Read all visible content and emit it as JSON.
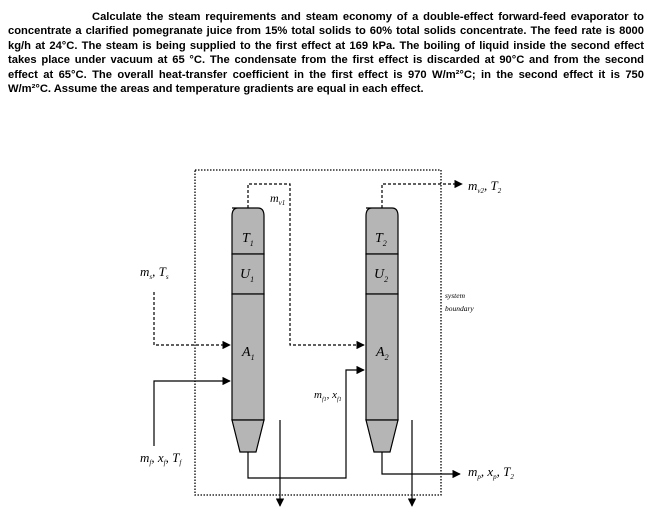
{
  "problem": {
    "text": "Calculate the steam requirements and steam economy of a double-effect forward-feed evaporator to concentrate a clarified pomegranate juice from 15% total solids to 60% total solids concentrate. The feed rate is 8000 kg/h at 24°C. The steam is being supplied to the first effect at 169 kPa. The boiling of liquid inside the second effect takes place under vacuum at 65 °C. The condensate from the first effect is discarded at 90°C and from the second effect at 65°C. The overall heat-transfer coefficient in the first effect is 970 W/m²°C; in the second effect it is 750 W/m²°C. Assume the areas and temperature gradients are equal in each effect."
  },
  "diagram": {
    "effect1": {
      "temp_label": "T",
      "temp_sub": "1",
      "coef_label": "U",
      "coef_sub": "1",
      "area_label": "A",
      "area_sub": "1"
    },
    "effect2": {
      "temp_label": "T",
      "temp_sub": "2",
      "coef_label": "U",
      "coef_sub": "2",
      "area_label": "A",
      "area_sub": "2"
    },
    "vapor1": {
      "label": "m",
      "sub": "v1"
    },
    "vapor2": {
      "label": "m",
      "sub": "v2",
      "temp": "T",
      "temp_sub": "2"
    },
    "steam": {
      "label": "m",
      "sub": "s",
      "temp": "T",
      "temp_sub": "s"
    },
    "feed": {
      "label": "m",
      "sub": "f",
      "x": "x",
      "x_sub": "f",
      "temp": "T",
      "temp_sub": "f"
    },
    "intermediate": {
      "label": "m",
      "sub": "f1",
      "x": "x",
      "x_sub": "f1"
    },
    "product": {
      "label": "m",
      "sub": "p",
      "x": "x",
      "x_sub": "p",
      "temp": "T",
      "temp_sub": "2"
    },
    "system_boundary": {
      "line1": "system",
      "line2": "boundary"
    }
  },
  "colors": {
    "vessel_fill": "#b5b5b5",
    "line": "#000000"
  }
}
